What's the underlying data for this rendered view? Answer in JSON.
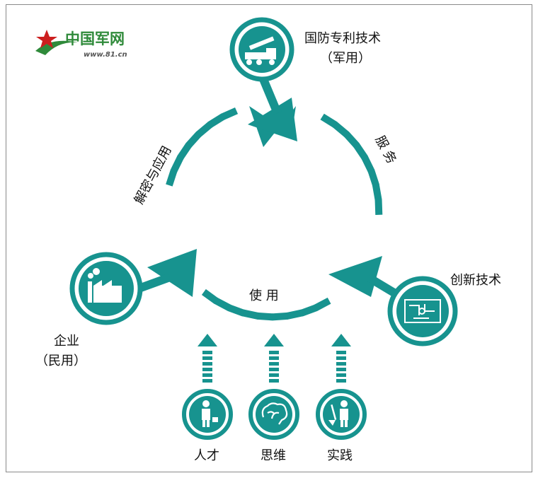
{
  "logo": {
    "title": "中国军网",
    "url": "www.81.cn"
  },
  "nodes": {
    "defense_patent": {
      "line1": "国防专利技术",
      "line2": "（军用）",
      "icon": "missile-truck-icon"
    },
    "enterprise": {
      "line1": "企业",
      "line2": "（民用）",
      "icon": "factory-icon"
    },
    "innovation": {
      "label": "创新技术",
      "icon": "circuit-board-icon"
    },
    "talent": {
      "label": "人才",
      "icon": "businessman-icon"
    },
    "thinking": {
      "label": "思维",
      "icon": "brain-icon"
    },
    "practice": {
      "label": "实践",
      "icon": "worker-shovel-icon"
    }
  },
  "arcs": {
    "decrypt_apply": "解密与应用",
    "service": "服 务",
    "use": "使 用"
  },
  "colors": {
    "teal": "#17938f",
    "logo_red": "#cc1f1f",
    "logo_green": "#2f8a3a"
  }
}
